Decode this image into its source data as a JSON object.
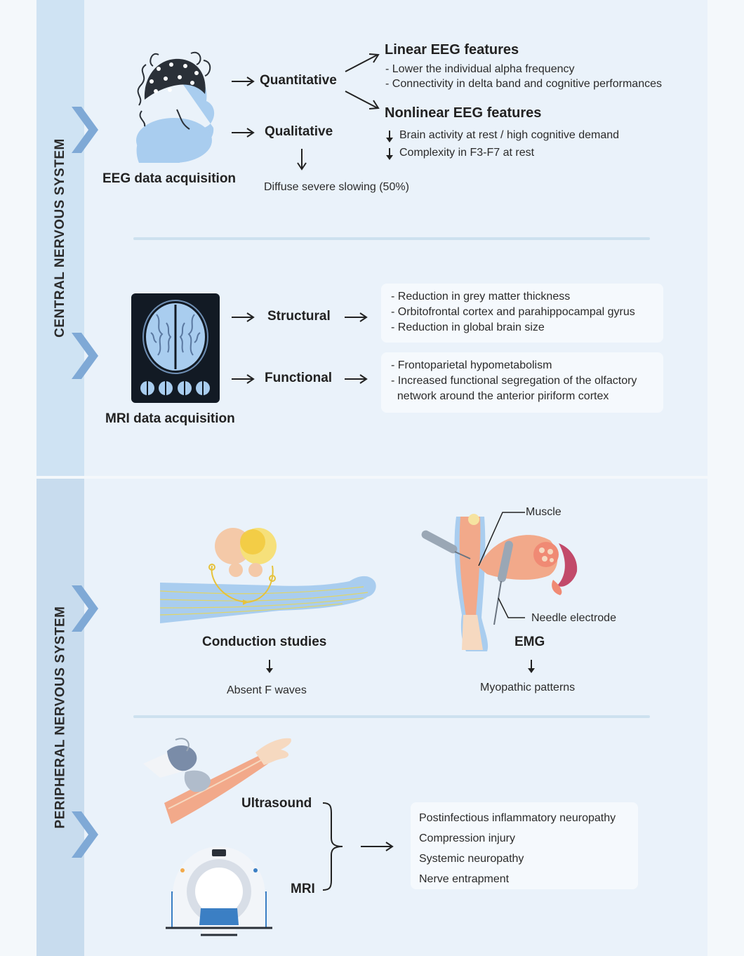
{
  "cns": {
    "label": "CENTRAL NERVOUS SYSTEM",
    "eeg": {
      "title": "EEG data acquisition",
      "quantitative": "Quantitative",
      "qualitative": "Qualitative",
      "qualitative_result": "Diffuse severe slowing (50%)",
      "linear": {
        "title": "Linear EEG features",
        "items": [
          "- Lower the individual alpha frequency",
          "- Connectivity in delta band and cognitive performances"
        ]
      },
      "nonlinear": {
        "title": "Nonlinear EEG features",
        "items": [
          "Brain activity at rest / high cognitive demand",
          "Complexity in F3-F7 at rest"
        ]
      }
    },
    "mri": {
      "title": "MRI data acquisition",
      "structural": "Structural",
      "functional": "Functional",
      "structural_items": [
        "- Reduction in grey matter thickness",
        "- Orbitofrontal cortex and parahippocampal gyrus",
        "- Reduction in global brain size"
      ],
      "functional_items": [
        "- Frontoparietal hypometabolism",
        "- Increased functional segregation of the olfactory",
        "  network around the anterior piriform cortex"
      ]
    }
  },
  "pns": {
    "label": "PERIPHERAL NERVOUS SYSTEM",
    "conduction": {
      "title": "Conduction studies",
      "result": "Absent F waves"
    },
    "emg": {
      "title": "EMG",
      "result": "Myopathic patterns",
      "muscle_label": "Muscle",
      "needle_label": "Needle electrode"
    },
    "imaging": {
      "ultrasound": "Ultrasound",
      "mri": "MRI",
      "items": [
        "Postinfectious inflammatory neuropathy",
        "Compression injury",
        "Systemic neuropathy",
        "Nerve entrapment"
      ]
    }
  },
  "colors": {
    "sidebar_cns": "#cfe3f3",
    "sidebar_pns": "#c8dcee",
    "panel": "#eaf2fa",
    "chevron": "#7fa9d6",
    "brain_blue": "#a9cdef",
    "text": "#222222"
  }
}
